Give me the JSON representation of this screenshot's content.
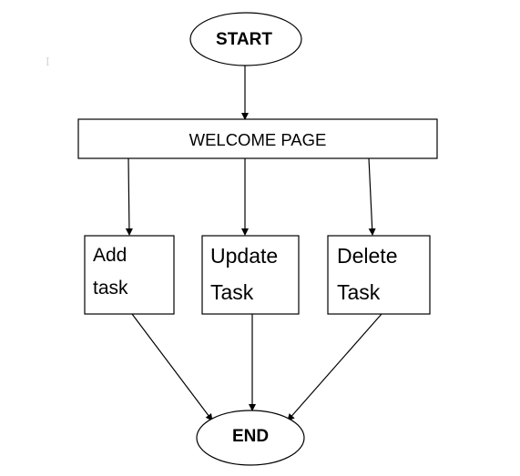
{
  "diagram": {
    "nodes": {
      "start": {
        "label": "START"
      },
      "welcome": {
        "label": "WELCOME PAGE"
      },
      "add": {
        "line1": "Add",
        "line2": "task"
      },
      "update": {
        "line1": "Update",
        "line2": "Task"
      },
      "delete": {
        "line1": "Delete",
        "line2": "Task"
      },
      "end": {
        "label": "END"
      }
    },
    "edges": [
      {
        "from": "start",
        "to": "welcome"
      },
      {
        "from": "welcome",
        "to": "add"
      },
      {
        "from": "welcome",
        "to": "update"
      },
      {
        "from": "welcome",
        "to": "delete"
      },
      {
        "from": "add",
        "to": "end"
      },
      {
        "from": "update",
        "to": "end"
      },
      {
        "from": "delete",
        "to": "end"
      }
    ],
    "colors": {
      "stroke": "#000000",
      "fill": "#ffffff",
      "text": "#000000"
    }
  }
}
